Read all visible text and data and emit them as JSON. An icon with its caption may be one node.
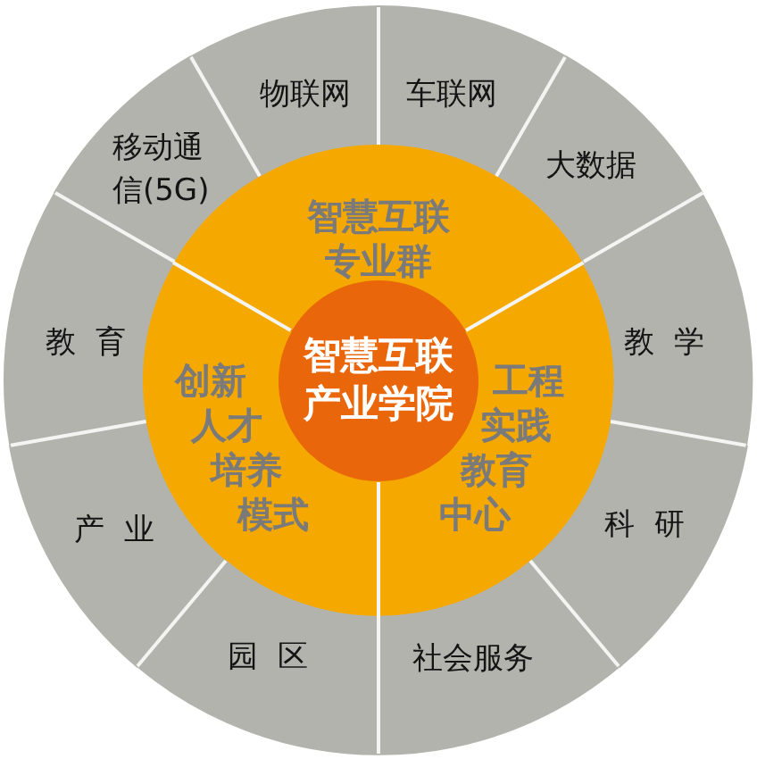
{
  "diagram": {
    "nodes": [
      {
        "text": [
          "智慧互联产业学院"
        ]
      },
      {
        "text": [
          "智慧互联专业群"
        ]
      },
      {
        "text": [
          "工程实践教育中心"
        ]
      },
      {
        "text": [
          "创新人才培养模式"
        ]
      },
      {
        "text": [
          "物联网"
        ]
      },
      {
        "text": [
          "车联网"
        ]
      },
      {
        "text": [
          "大数据"
        ]
      },
      {
        "text": [
          "教 学"
        ]
      },
      {
        "text": [
          "科 研"
        ]
      },
      {
        "text": [
          "社会服务"
        ]
      },
      {
        "text": [
          "园 区"
        ]
      },
      {
        "text": [
          "产 业"
        ]
      },
      {
        "text": [
          "教 育"
        ]
      },
      {
        "text": [
          "移动通信(5G)"
        ]
      }
    ]
  }
}
